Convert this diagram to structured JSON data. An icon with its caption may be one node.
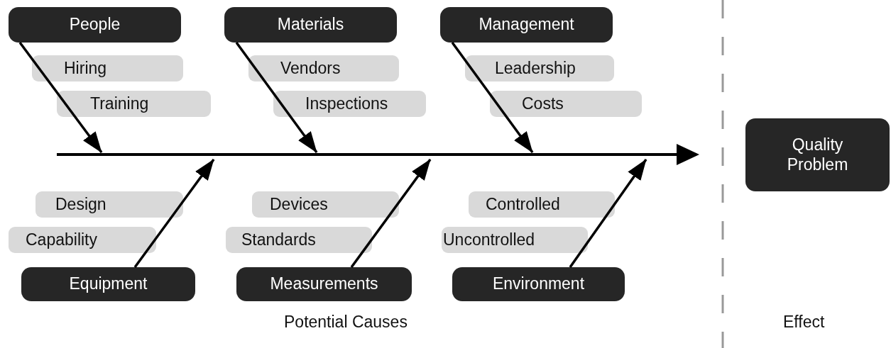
{
  "diagram": {
    "nodes": [
      {
        "text": [
          "People"
        ]
      },
      {
        "text": [
          "Hiring"
        ]
      },
      {
        "text": [
          "Training"
        ]
      },
      {
        "text": [
          "Materials"
        ]
      },
      {
        "text": [
          "Vendors"
        ]
      },
      {
        "text": [
          "Inspections"
        ]
      },
      {
        "text": [
          "Management"
        ]
      },
      {
        "text": [
          "Leadership"
        ]
      },
      {
        "text": [
          "Costs"
        ]
      },
      {
        "text": [
          "Quality Problem"
        ]
      },
      {
        "text": [
          "Design"
        ]
      },
      {
        "text": [
          "Capability"
        ]
      },
      {
        "text": [
          "Equipment"
        ]
      },
      {
        "text": [
          "Devices"
        ]
      },
      {
        "text": [
          "Standards"
        ]
      },
      {
        "text": [
          "Measurements"
        ]
      },
      {
        "text": [
          "Controlled"
        ]
      },
      {
        "text": [
          "Uncontrolled"
        ]
      },
      {
        "text": [
          "Environment"
        ]
      }
    ],
    "edges": [
      {
        "from": 0,
        "to": null,
        "arrow": "to"
      },
      {
        "from": 3,
        "to": null,
        "arrow": "to"
      },
      {
        "from": 6,
        "to": null,
        "arrow": "to"
      },
      {
        "from": 12,
        "to": null,
        "arrow": "to"
      },
      {
        "from": 15,
        "to": null,
        "arrow": "to"
      },
      {
        "from": 18,
        "to": null,
        "arrow": "to"
      }
    ],
    "labels": [
      "Potential Causes",
      "Effect"
    ]
  }
}
